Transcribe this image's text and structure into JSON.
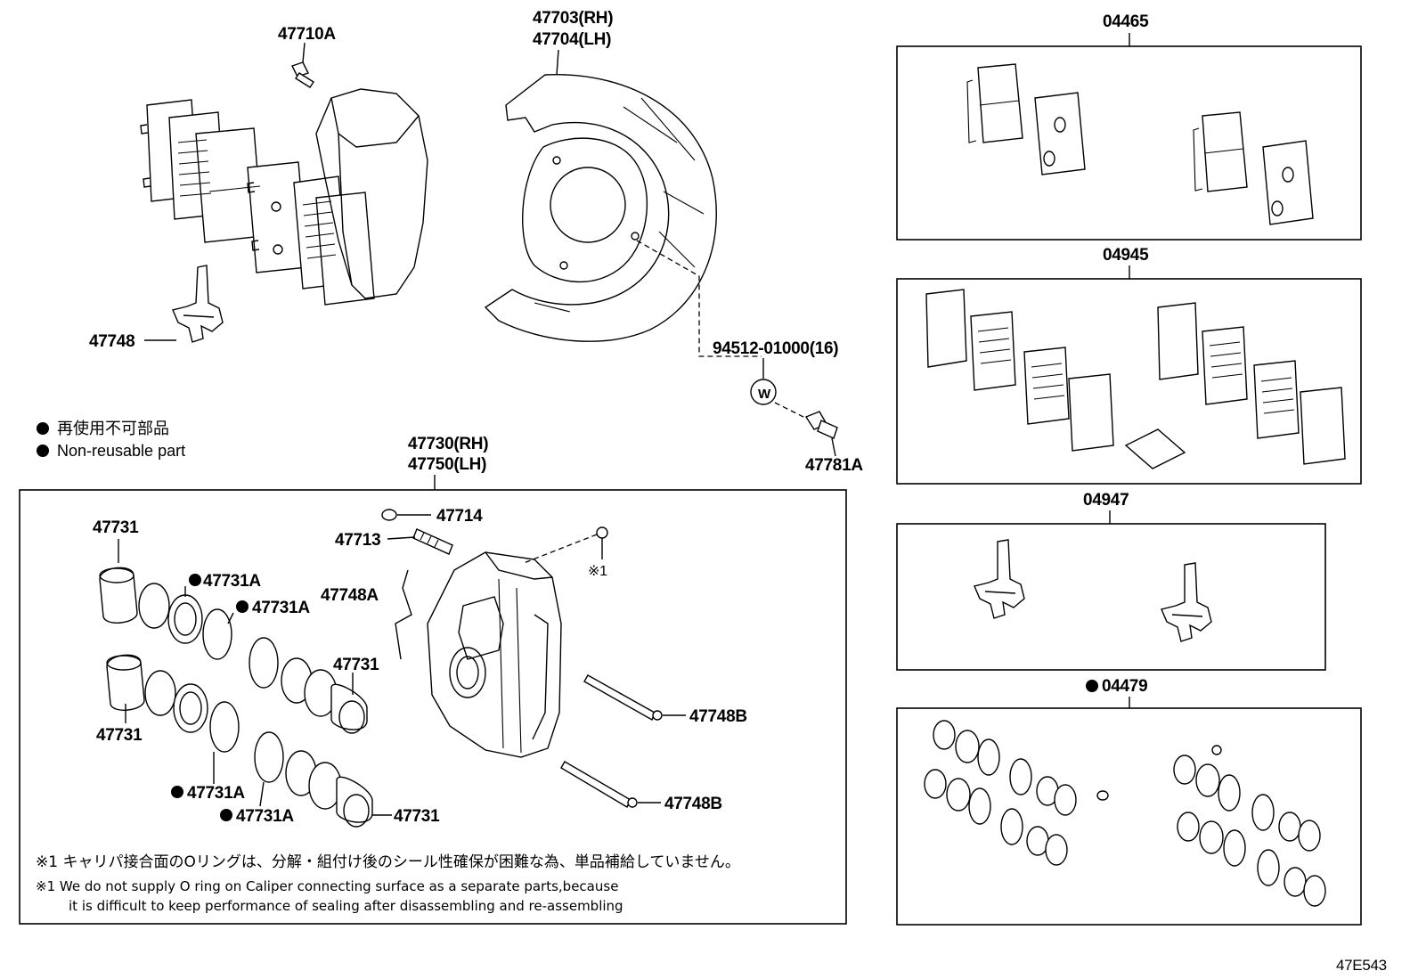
{
  "labels": {
    "bolt_47710A": "47710A",
    "shield_47703": "47703(RH)",
    "shield_47704": "47704(LH)",
    "clip_47748": "47748",
    "bolt_94512": "94512-01000(16)",
    "washer_mark": "W",
    "bolt_47781A": "47781A",
    "caliper_47730": "47730(RH)",
    "caliper_47750": "47750(LH)",
    "cap_47714": "47714",
    "bleeder_47713": "47713",
    "oring_mark": "※1",
    "spring_47748A": "47748A",
    "piston_top": "47731",
    "piston_mid_left": "47731",
    "piston_mid_right": "47731",
    "piston_bottom_right": "47731",
    "seal_a1": "47731A",
    "seal_a2": "47731A",
    "seal_a3": "47731A",
    "seal_a4": "47731A",
    "pin_47748B_1": "47748B",
    "pin_47748B_2": "47748B",
    "kit_04465": "04465",
    "kit_04945": "04945",
    "kit_04947": "04947",
    "kit_04479": "04479",
    "drawing_id": "47E543"
  },
  "legend": {
    "jp": "再使用不可部品",
    "en": "Non-reusable part"
  },
  "notes": {
    "jp": "※1 キャリパ接合面のOリングは、分解・組付け後のシール性確保が困難な為、単品補給していません。",
    "en_line1": "※1 We do not supply O ring on Caliper connecting surface as a separate parts,because",
    "en_line2": "it is difficult to keep performance of sealing after disassembling and re-assembling"
  }
}
